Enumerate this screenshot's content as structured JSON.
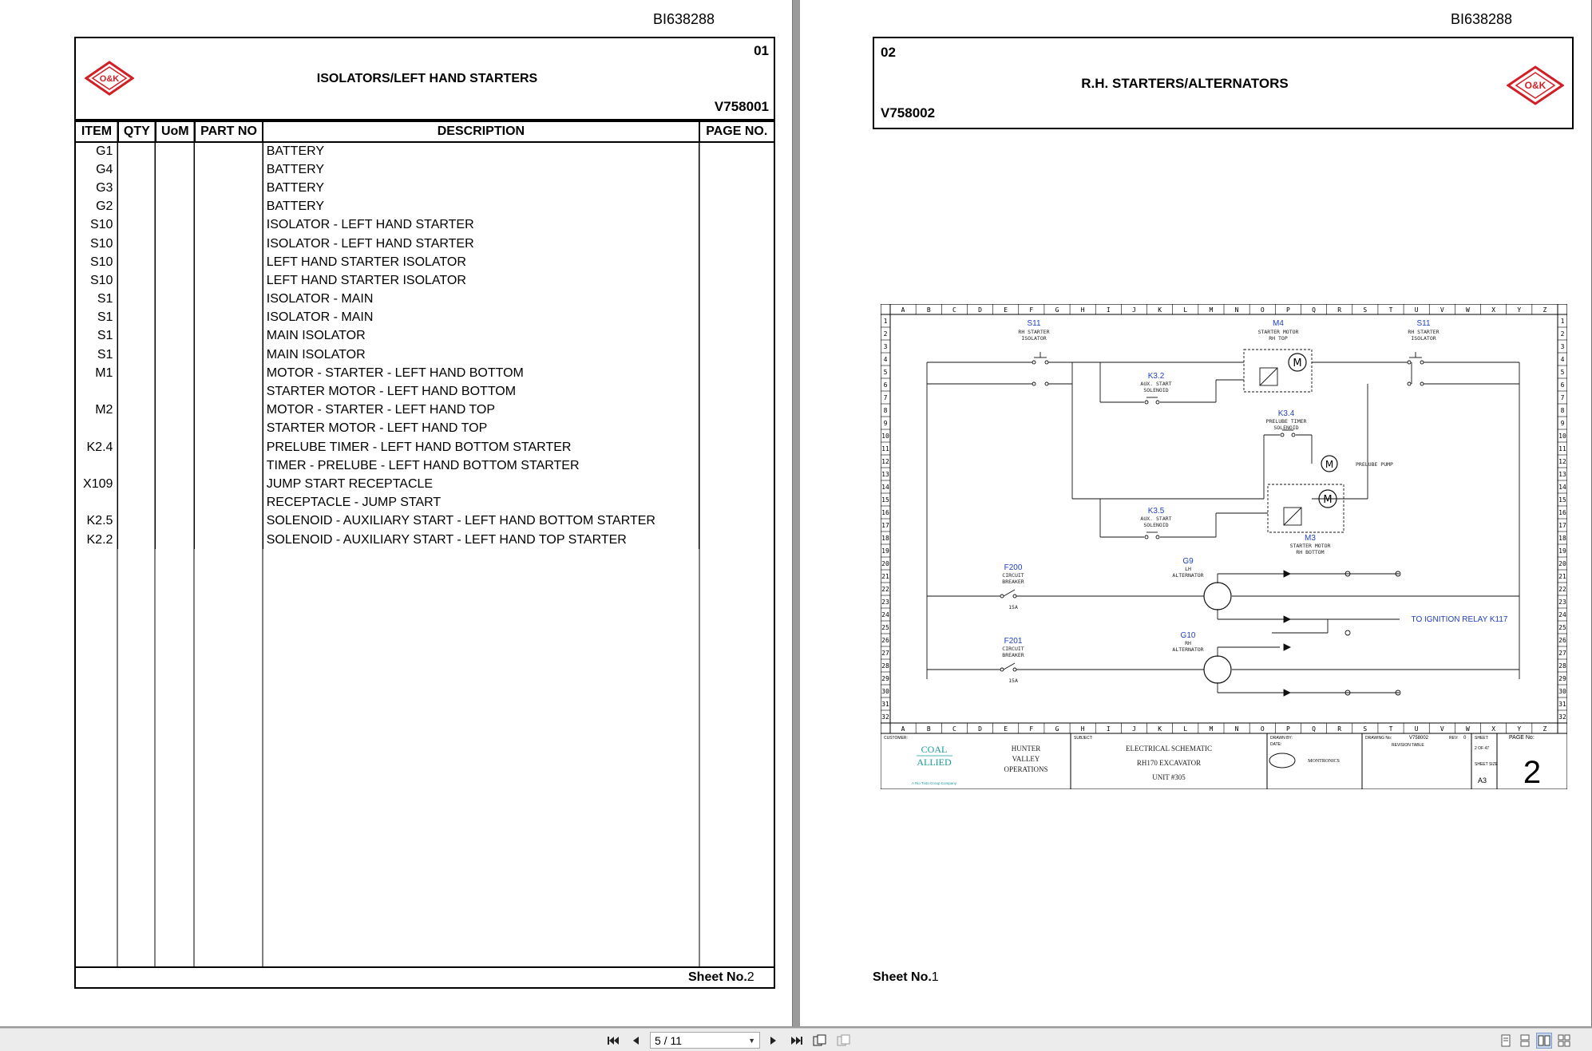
{
  "viewer": {
    "left_page": {
      "doc_id": "BI638288",
      "sheet_num": "01",
      "title": "ISOLATORS/LEFT HAND STARTERS",
      "code": "V758001",
      "logo_text": "O&K",
      "columns": [
        "ITEM",
        "QTY",
        "UoM",
        "PART NO",
        "DESCRIPTION",
        "PAGE NO."
      ],
      "rows": [
        {
          "item": "G1",
          "desc": "BATTERY"
        },
        {
          "item": "G4",
          "desc": "BATTERY"
        },
        {
          "item": "G3",
          "desc": "BATTERY"
        },
        {
          "item": "G2",
          "desc": "BATTERY"
        },
        {
          "item": "S10",
          "desc": "ISOLATOR - LEFT HAND STARTER"
        },
        {
          "item": "S10",
          "desc": "ISOLATOR - LEFT HAND STARTER"
        },
        {
          "item": "S10",
          "desc": "LEFT HAND STARTER ISOLATOR"
        },
        {
          "item": "S10",
          "desc": "LEFT HAND STARTER ISOLATOR"
        },
        {
          "item": "S1",
          "desc": "ISOLATOR - MAIN"
        },
        {
          "item": "S1",
          "desc": "ISOLATOR - MAIN"
        },
        {
          "item": "S1",
          "desc": "MAIN ISOLATOR"
        },
        {
          "item": "S1",
          "desc": "MAIN ISOLATOR"
        },
        {
          "item": "M1",
          "desc": "MOTOR - STARTER - LEFT HAND BOTTOM"
        },
        {
          "item": "",
          "desc": "STARTER MOTOR - LEFT HAND BOTTOM"
        },
        {
          "item": "M2",
          "desc": "MOTOR - STARTER - LEFT HAND TOP"
        },
        {
          "item": "",
          "desc": "STARTER MOTOR - LEFT HAND TOP"
        },
        {
          "item": "K2.4",
          "desc": "PRELUBE TIMER - LEFT HAND BOTTOM STARTER"
        },
        {
          "item": "",
          "desc": "TIMER - PRELUBE - LEFT HAND BOTTOM STARTER"
        },
        {
          "item": "X109",
          "desc": "JUMP START RECEPTACLE"
        },
        {
          "item": "",
          "desc": "RECEPTACLE - JUMP START"
        },
        {
          "item": "K2.5",
          "desc": "SOLENOID - AUXILIARY START - LEFT HAND BOTTOM STARTER"
        },
        {
          "item": "K2.2",
          "desc": "SOLENOID - AUXILIARY START - LEFT HAND TOP STARTER"
        }
      ],
      "sheet_label": "Sheet No.",
      "sheet_value": "2"
    },
    "right_page": {
      "doc_id": "BI638288",
      "sheet_num": "02",
      "title": "R.H. STARTERS/ALTERNATORS",
      "code": "V758002",
      "logo_text": "O&K",
      "sheet_label": "Sheet No.",
      "sheet_value": "1",
      "schematic": {
        "grid_cols": [
          "A",
          "B",
          "C",
          "D",
          "E",
          "F",
          "G",
          "H",
          "I",
          "J",
          "K",
          "L",
          "M",
          "N",
          "O",
          "P",
          "Q",
          "R",
          "S",
          "T",
          "U",
          "V",
          "W",
          "X",
          "Y",
          "Z"
        ],
        "grid_rows": [
          "1",
          "2",
          "3",
          "4",
          "5",
          "6",
          "7",
          "8",
          "9",
          "10",
          "11",
          "12",
          "13",
          "14",
          "15",
          "16",
          "17",
          "18",
          "19",
          "20",
          "21",
          "22",
          "23",
          "24",
          "25",
          "26",
          "27",
          "28",
          "29",
          "30",
          "31",
          "32"
        ],
        "labels": {
          "s11_left": "S11",
          "s11_left_sub1": "RH STARTER",
          "s11_left_sub2": "ISOLATOR",
          "m4": "M4",
          "m4_sub1": "STARTER MOTOR",
          "m4_sub2": "RH TOP",
          "s11_right": "S11",
          "s11_right_sub1": "RH STARTER",
          "s11_right_sub2": "ISOLATOR",
          "k32": "K3.2",
          "k32_sub1": "AUX. START",
          "k32_sub2": "SOLENOID",
          "k34": "K3.4",
          "k34_sub1": "PRELUBE TIMER",
          "k34_sub2": "SOLENOID",
          "prelube_pump": "PRELUBE PUMP",
          "k35": "K3.5",
          "k35_sub1": "AUX. START",
          "k35_sub2": "SOLENOID",
          "m3": "M3",
          "m3_sub1": "STARTER MOTOR",
          "m3_sub2": "RH BOTTOM",
          "g9": "G9",
          "g9_sub1": "LH",
          "g9_sub2": "ALTERNATOR",
          "f200": "F200",
          "f200_sub1": "CIRCUIT",
          "f200_sub2": "BREAKER",
          "f200_rating": "15A",
          "ignition": "TO IGNITION RELAY K117",
          "g10": "G10",
          "g10_sub1": "RH",
          "g10_sub2": "ALTERNATOR",
          "f201": "F201",
          "f201_sub1": "CIRCUIT",
          "f201_sub2": "BREAKER",
          "f201_rating": "15A",
          "motor_symbol": "M"
        },
        "title_block": {
          "customer_label": "CUSTOMER:",
          "customer_logo_top": "COAL",
          "customer_logo_bottom": "ALLIED",
          "customer_sub": "A Rio Tinto Group Company",
          "site_1": "HUNTER",
          "site_2": "VALLEY",
          "site_3": "OPERATIONS",
          "subject_label": "SUBJECT:",
          "subject_1": "ELECTRICAL SCHEMATIC",
          "subject_2": "RH170 EXCAVATOR",
          "subject_3": "UNIT #305",
          "drawn_by": "DRAWN BY:",
          "date": "DATE:",
          "company": "MONTRONICS",
          "drawing_no_label": "DRAWING No:",
          "drawing_no": "V758002",
          "rev_label": "REV:",
          "rev": "0",
          "revision_table": "REVISION TABLE",
          "sheet_label": "SHEET:",
          "sheet_of": "2 OF 47",
          "size_label": "SHEET SIZE",
          "size": "A3",
          "page_label": "PAGE No:",
          "page_no": "2"
        }
      }
    }
  },
  "toolbar": {
    "page_indicator": "5 / 11"
  },
  "colors": {
    "logo_red": "#d21f26",
    "schematic_blue": "#1f3fbf",
    "accent_teal": "#1a9a9a"
  }
}
